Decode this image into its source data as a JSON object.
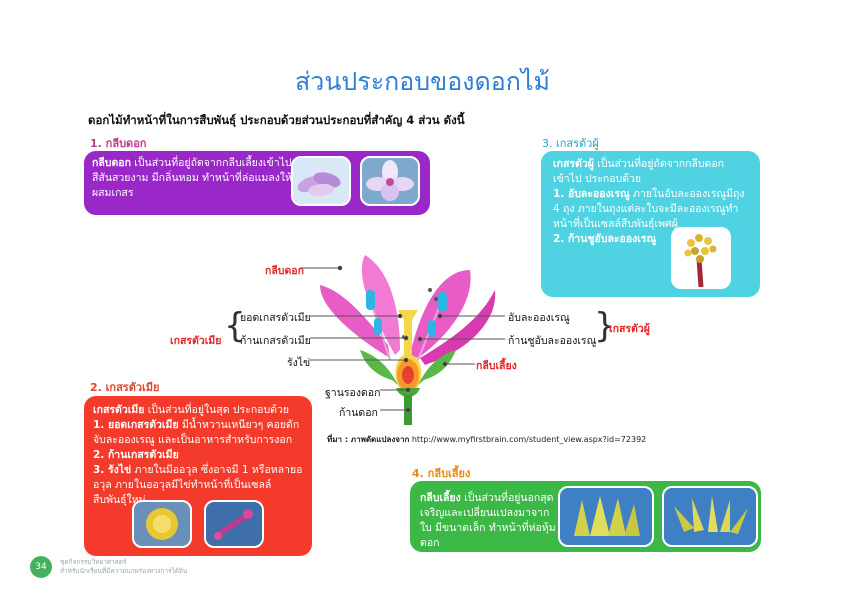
{
  "title": "ส่วนประกอบของดอกไม้",
  "intro": "ดอกไม้ทำหน้าที่ในการสืบพันธุ์ ประกอบด้วยส่วนประกอบที่สำคัญ 4 ส่วน ดังนี้",
  "sections": {
    "petal": {
      "heading": "1. กลีบดอก",
      "term": "กลีบดอก",
      "text": " เป็นส่วนที่อยู่ถัดจากกลีบเลี้ยงเข้าไป มีสีสันสวยงาม มีกลิ่นหอม ทำหน้าที่ล่อแมลงให้มาผสมเกสร"
    },
    "stamen": {
      "heading": "3. เกสรตัวผู้",
      "term": "เกสรตัวผู้",
      "text": " เป็นส่วนที่อยู่ถัดจากกลีบดอกเข้าไป ประกอบด้วย",
      "item1_term": "1. อับละอองเรณู",
      "item1_text": " ภายในอับละอองเรณูมีถุง 4 ถุง ภายในถุงแต่ละใบจะมีละอองเรณูทำหน้าที่เป็นเซลล์สืบพันธุ์เพศผู้",
      "item2_term": "2. ก้านชูอับละอองเรณู"
    },
    "pistil": {
      "heading": "2. เกสรตัวเมีย",
      "term": "เกสรตัวเมีย",
      "text": " เป็นส่วนที่อยู่ในสุด ประกอบด้วย",
      "item1_term": "1. ยอดเกสรตัวเมีย",
      "item1_text": " มีน้ำหวานเหนียวๆ คอยดักจับละอองเรณู และเป็นอาหารสำหรับการงอก",
      "item2_term": "2. ก้านเกสรตัวเมีย",
      "item3_term": "3. รังไข่",
      "item3_text": " ภายในมีออวุล ซึ่งอาจมี 1 หรือหลายออวุล ภายในออวุลมีไข่ทำหน้าที่เป็นเซลล์สืบพันธุ์ใหม่"
    },
    "sepal": {
      "heading": "4. กลีบเลี้ยง",
      "term": "กลีบเลี้ยง",
      "text": " เป็นส่วนที่อยู่นอกสุด เจริญและเปลี่ยนแปลงมาจากใบ มีขนาดเล็ก ทำหน้าที่ห่อหุ้มดอก"
    }
  },
  "diagram": {
    "petal_label": "กลีบดอก",
    "stigma_label": "ยอดเกสรตัวเมีย",
    "style_label": "ก้านเกสรตัวเมีย",
    "ovary_label": "รังไข่",
    "pistil_group_label": "เกสรตัวเมีย",
    "receptacle_label": "ฐานรองดอก",
    "peduncle_label": "ก้านดอก",
    "anther_label": "อับละอองเรณู",
    "filament_label": "ก้านชูอับละอองเรณู",
    "stamen_group_label": "เกสรตัวผู้",
    "sepal_label": "กลีบเลี้ยง"
  },
  "credit_prefix": "ที่มา : ภาพดัดแปลงจาก",
  "credit_url": " http://www.myfirstbrain.com/student_view.aspx?id=72392",
  "page_number": "34",
  "footer_line1": "ชุดกิจกรรมวิทยาศาสตร์",
  "footer_line2": "สำหรับนักเรียนที่มีความบกพร่องทางการได้ยิน",
  "colors": {
    "title": "#2f7fd6",
    "petal_card": "#9a28c8",
    "stamen_card": "#4fd3e3",
    "pistil_card": "#f43a2a",
    "sepal_card": "#3bb845",
    "label_accent": "#e32626"
  }
}
